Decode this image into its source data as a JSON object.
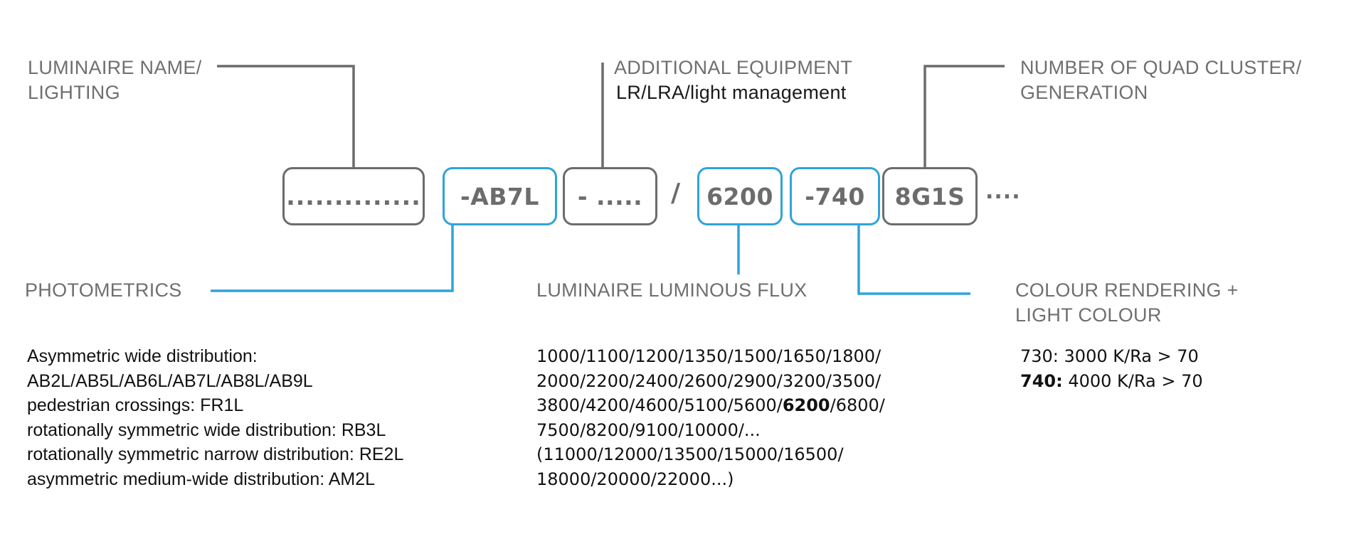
{
  "callouts": {
    "luminaire_name": [
      "LUMINAIRE NAME/",
      "LIGHTING"
    ],
    "additional_equipment": {
      "title": "ADDITIONAL EQUIPMENT",
      "detail": "LR/LRA/light management"
    },
    "quad_cluster": [
      "NUMBER OF QUAD CLUSTER/",
      "GENERATION"
    ],
    "photometrics": "PHOTOMETRICS",
    "luminous_flux": "LUMINAIRE LUMINOUS FLUX",
    "colour_rendering": [
      "COLOUR RENDERING +",
      "LIGHT COLOUR"
    ]
  },
  "code_boxes": [
    {
      "text": "..............",
      "accent": "gray"
    },
    {
      "text": "-AB7L",
      "accent": "blue"
    },
    {
      "text": "- .....",
      "accent": "gray"
    },
    {
      "text": "6200",
      "accent": "blue"
    },
    {
      "text": "-740",
      "accent": "blue"
    },
    {
      "text": "8G1S",
      "accent": "gray"
    }
  ],
  "separator": "/",
  "trailing": "....",
  "photometrics_list": [
    "Asymmetric wide distribution:",
    "AB2L/AB5L/AB6L/AB7L/AB8L/AB9L",
    "pedestrian crossings: FR1L",
    "rotationally symmetric wide distribution: RB3L",
    "rotationally symmetric narrow distribution: RE2L",
    "asymmetric medium-wide distribution: AM2L"
  ],
  "flux_list": {
    "line1": "1000/1100/1200/1350/1500/1650/1800/",
    "line2": "2000/2200/2400/2600/2900/3200/3500/",
    "line3_pre": "3800/4200/4600/5100/5600/",
    "line3_bold": "6200",
    "line3_post": "/6800/",
    "line4": "7500/8200/9100/10000/...",
    "line5": "(11000/12000/13500/15000/16500/",
    "line6": "18000/20000/22000...)"
  },
  "colour_list": [
    {
      "code": "730:",
      "value": " 3000 K/Ra > 70",
      "bold": false
    },
    {
      "code": "740:",
      "value": " 4000 K/Ra > 70",
      "bold": true
    }
  ],
  "colors": {
    "gray": "#6c6c6c",
    "blue": "#2fa3dc",
    "label": "#6f6f6f",
    "text": "#111111"
  }
}
